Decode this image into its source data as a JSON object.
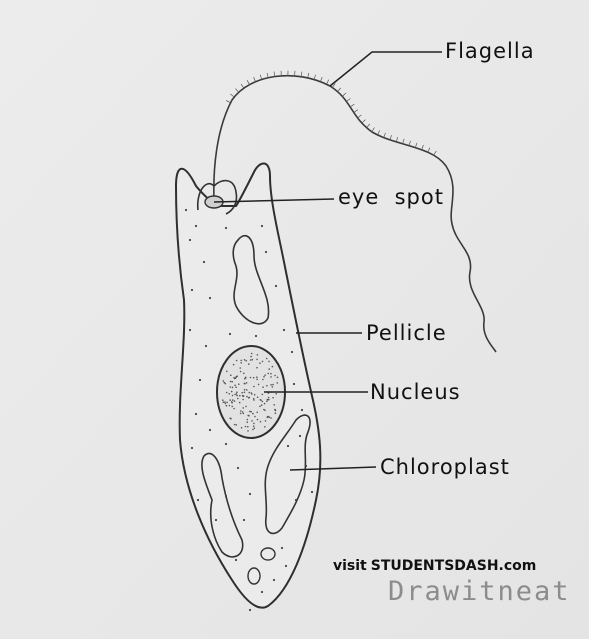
{
  "labels": {
    "flagella": "Flagella",
    "eye_spot": "eye  spot",
    "pellicle": "Pellicle",
    "nucleus": "Nucleus",
    "chloroplast": "Chloroplast"
  },
  "credit": {
    "visit_prefix": "visit",
    "site": "STUDENTSDASH.com",
    "watermark": "Drawitneat"
  },
  "colors": {
    "paper": "#e9e9e9",
    "ink": "#3a3a3a",
    "watermark": "#8c8c8c"
  }
}
